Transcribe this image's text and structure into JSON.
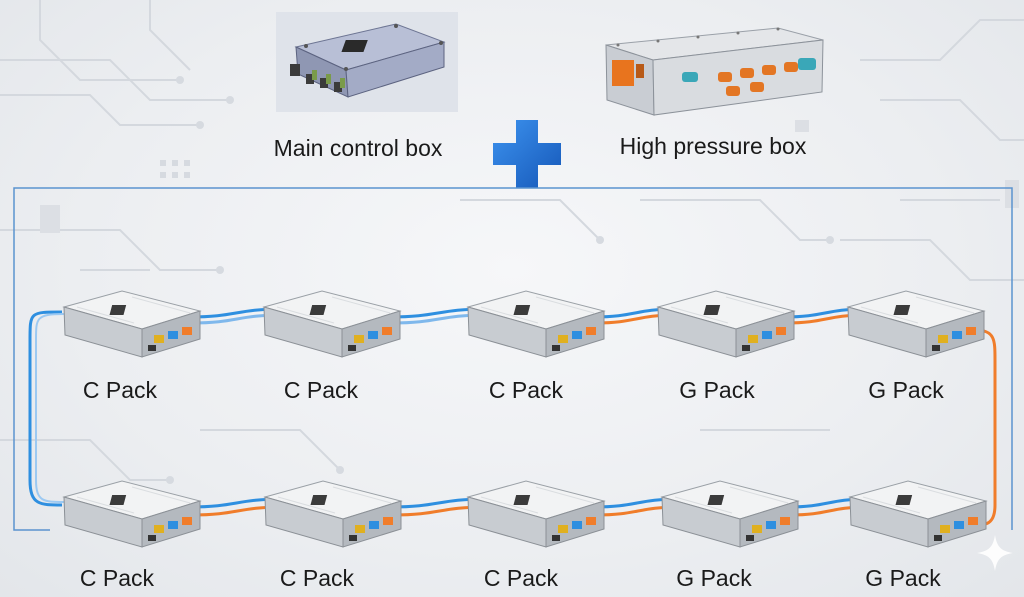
{
  "components": {
    "main_control_box": {
      "label": "Main control box"
    },
    "high_pressure_box": {
      "label": "High pressure box"
    }
  },
  "top_row": [
    {
      "label": "C Pack",
      "type": "C"
    },
    {
      "label": "C Pack",
      "type": "C"
    },
    {
      "label": "C Pack",
      "type": "C"
    },
    {
      "label": "G Pack",
      "type": "G"
    },
    {
      "label": "G Pack",
      "type": "G"
    }
  ],
  "bottom_row": [
    {
      "label": "C Pack",
      "type": "C"
    },
    {
      "label": "C Pack",
      "type": "C"
    },
    {
      "label": "C Pack",
      "type": "C"
    },
    {
      "label": "G Pack",
      "type": "G"
    },
    {
      "label": "G Pack",
      "type": "G"
    }
  ],
  "colors": {
    "plus": "#1e74d2",
    "bracket": "#5b93cf",
    "blue_cable": "#2e8fe0",
    "orange_cable": "#f07d2b"
  }
}
